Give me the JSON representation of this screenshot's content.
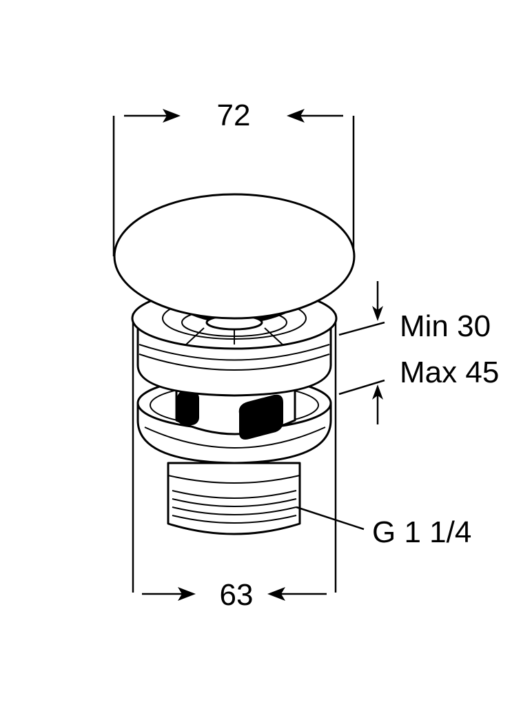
{
  "dimensions": {
    "top_width": "72",
    "bottom_width": "63",
    "min_depth": "Min 30",
    "max_depth": "Max 45",
    "thread": "G 1 1/4"
  },
  "colors": {
    "ink": "#000000",
    "paper": "#ffffff"
  }
}
